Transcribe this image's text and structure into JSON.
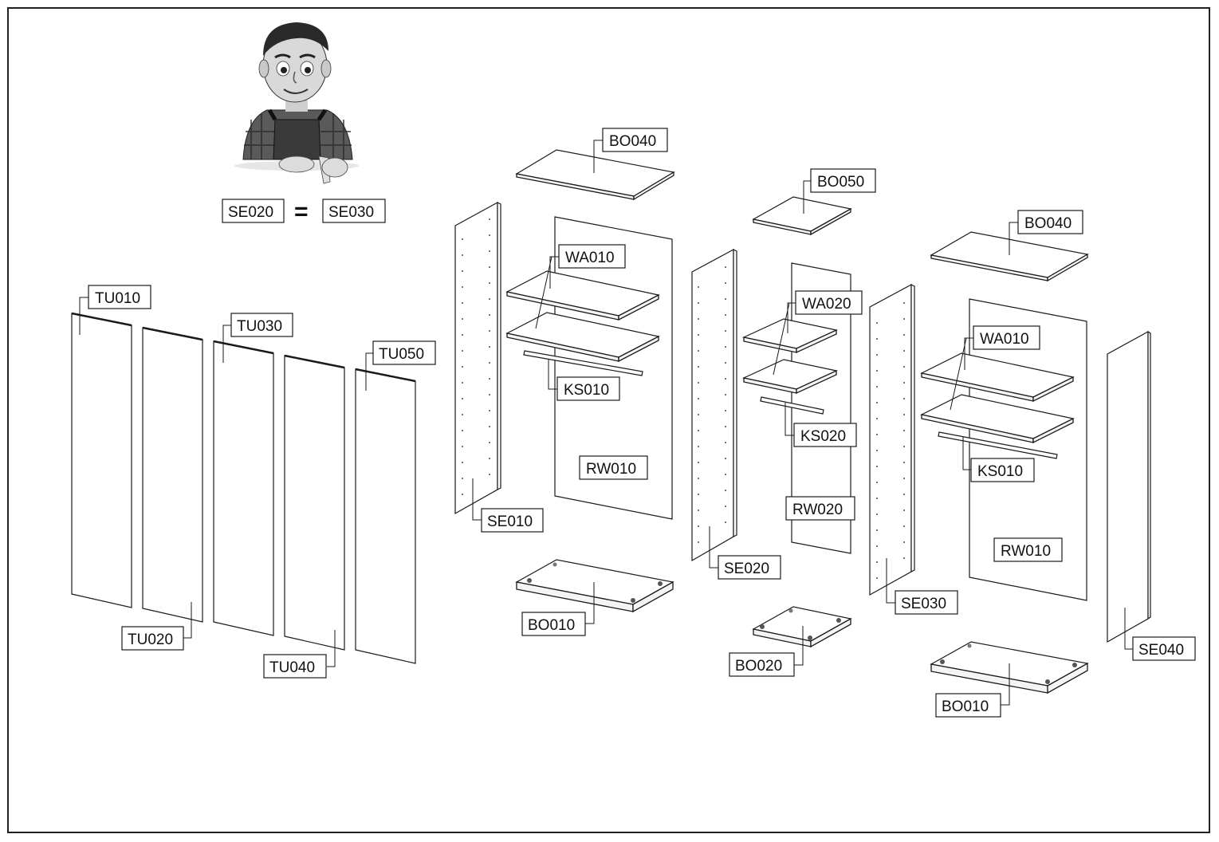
{
  "note": {
    "left_label": "SE020",
    "equals_sign": "=",
    "right_label": "SE030"
  },
  "parts": {
    "tu010": "TU010",
    "tu020": "TU020",
    "tu030": "TU030",
    "tu040": "TU040",
    "tu050": "TU050",
    "bo040_a": "BO040",
    "bo040_b": "BO040",
    "bo050": "BO050",
    "wa010_a": "WA010",
    "wa010_b": "WA010",
    "wa020": "WA020",
    "ks010_a": "KS010",
    "ks010_b": "KS010",
    "ks020": "KS020",
    "se010": "SE010",
    "se020": "SE020",
    "se030": "SE030",
    "se040": "SE040",
    "rw010_a": "RW010",
    "rw010_b": "RW010",
    "rw020": "RW020",
    "bo010_a": "BO010",
    "bo010_b": "BO010",
    "bo020": "BO020"
  },
  "icons": {
    "worker": "worker-illustration-icon"
  },
  "colors": {
    "line": "#1a1a1a",
    "background": "#ffffff"
  }
}
